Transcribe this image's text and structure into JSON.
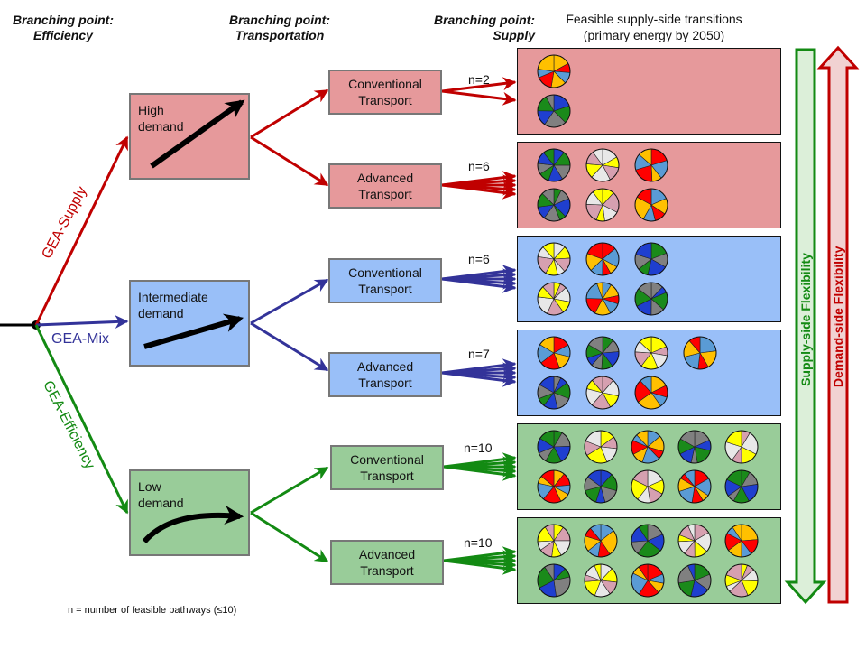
{
  "headers": {
    "efficiency": [
      "Branching point:",
      "Efficiency"
    ],
    "transportation": [
      "Branching point:",
      "Transportation"
    ],
    "supply": [
      "Branching point:",
      "Supply"
    ],
    "feasible": [
      "Feasible supply-side transitions",
      "(primary energy by 2050)"
    ]
  },
  "scenarios": {
    "supply": "GEA-Supply",
    "mix": "GEA-Mix",
    "efficiency": "GEA-Efficiency"
  },
  "demand": {
    "high": [
      "High",
      "demand"
    ],
    "intermediate": [
      "Intermediate",
      "demand"
    ],
    "low": [
      "Low",
      "demand"
    ]
  },
  "transport": {
    "conventional": [
      "Conventional",
      "Transport"
    ],
    "advanced": [
      "Advanced",
      "Transport"
    ]
  },
  "pathways": {
    "high_conventional": "n=2",
    "high_advanced": "n=6",
    "intermediate_conventional": "n=6",
    "intermediate_advanced": "n=7",
    "low_conventional": "n=10",
    "low_advanced": "n=10"
  },
  "pie_counts": [
    2,
    6,
    6,
    7,
    10,
    10
  ],
  "flexibility": {
    "supply": "Supply-side   Flexibility",
    "demand": "Demand-side  Flexibility"
  },
  "footnote": "n = number of feasible pathways (≤10)",
  "colors": {
    "red_fill": "#e6999b",
    "blue_fill": "#99bff8",
    "green_fill": "#99cc99",
    "red_line": "#c00000",
    "blue_line": "#333399",
    "green_line": "#138a13",
    "pie_palette": [
      "#ffc000",
      "#1f3fcf",
      "#e8e8e8",
      "#ff0000",
      "#1a8a1a",
      "#ffff00",
      "#5a9bd5",
      "#808080",
      "#d6a0b0",
      "#000000"
    ]
  }
}
